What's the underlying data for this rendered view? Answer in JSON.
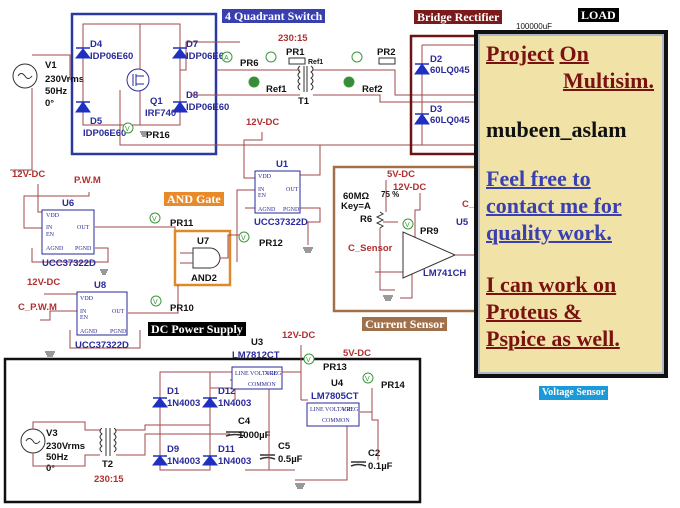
{
  "sections": {
    "quadrant_switch": {
      "label": "4 Quadrant Switch",
      "color": "#3a3fb0"
    },
    "bridge_rectifier": {
      "label": "Bridge Rectifier",
      "color": "#7a1a1a"
    },
    "load": {
      "label": "LOAD",
      "color": "#000000",
      "cap_value": "100000uF"
    },
    "and_gate": {
      "label": "AND Gate",
      "color": "#e88a2a"
    },
    "dc_power_supply": {
      "label": "DC Power Supply",
      "color": "#000000"
    },
    "current_sensor": {
      "label": "Current Sensor",
      "color": "#a0704a"
    },
    "voltage_sensor": {
      "label": "Voltage Sensor",
      "color": "#1a9ad8"
    }
  },
  "components": {
    "v1": {
      "name": "V1",
      "voltage": "230Vrms",
      "freq": "50Hz",
      "phase": "0°"
    },
    "v3": {
      "name": "V3",
      "voltage": "230Vrms",
      "freq": "50Hz",
      "phase": "0°"
    },
    "d4": {
      "name": "D4",
      "part": "IDP06E60"
    },
    "d5": {
      "name": "D5",
      "part": "IDP06E60"
    },
    "d7": {
      "name": "D7",
      "part": "IDP06E60"
    },
    "d8": {
      "name": "D8",
      "part": "IDP06E60"
    },
    "q1": {
      "name": "Q1",
      "part": "IRF740"
    },
    "d2": {
      "name": "D2",
      "part": "60LQ045"
    },
    "d3": {
      "name": "D3",
      "part": "60LQ045"
    },
    "t1": {
      "name": "T1",
      "ratio": "230:15"
    },
    "t2": {
      "name": "T2",
      "ratio": "230:15"
    },
    "u1": {
      "name": "U1",
      "part": "UCC37322D"
    },
    "u6": {
      "name": "U6",
      "part": "UCC37322D"
    },
    "u8": {
      "name": "U8",
      "part": "UCC37322D"
    },
    "u7": {
      "name": "U7",
      "part": "AND2"
    },
    "u5": {
      "name": "U5",
      "part": "LM741CH"
    },
    "u3": {
      "name": "U3",
      "part": "LM7812CT"
    },
    "u4": {
      "name": "U4",
      "part": "LM7805CT"
    },
    "r6": {
      "name": "R6",
      "value": "60MΩ",
      "percent": "75 %",
      "key": "Key=A"
    },
    "d1": {
      "name": "D1",
      "part": "1N4003"
    },
    "d12": {
      "name": "D12",
      "part": "1N4003"
    },
    "d9": {
      "name": "D9",
      "part": "1N4003"
    },
    "d11": {
      "name": "D11",
      "part": "1N4003"
    },
    "c4": {
      "name": "C4",
      "value": "1000µF"
    },
    "c5": {
      "name": "C5",
      "value": "0.5µF"
    },
    "c2": {
      "name": "C2",
      "value": "0.1µF"
    }
  },
  "chip_pins": {
    "vdd": "VDD",
    "in": "IN",
    "en": "EN",
    "agnd": "AGND",
    "pgnd": "PGND",
    "out": "OUT",
    "line_voltage": "LINE VOLTAGE",
    "vreg": "VREG",
    "common": "COMMON"
  },
  "nets": {
    "v12_dc": "12V-DC",
    "v5_dc": "5V-DC",
    "pwm": "P.W.M",
    "c_pwm": "C_P.W.M",
    "c_sensor": "C_Sensor",
    "c_trunc": "C_",
    "ref1": "Ref1",
    "ref2": "Ref2"
  },
  "probes": [
    "PR1",
    "PR2",
    "PR6",
    "PR9",
    "PR10",
    "PR11",
    "PR12",
    "PR13",
    "PR14",
    "PR16"
  ],
  "probe_symbols": {
    "voltage": "V",
    "current": "A"
  },
  "info_box": {
    "line1a": "Project",
    "line1b": "On",
    "line2": "Multisim.",
    "author": "mubeen_aslam",
    "contact": [
      "Feel free to",
      "contact me for",
      "quality work."
    ],
    "skills": [
      "I can work on",
      "Proteus &",
      "Pspice as well."
    ]
  }
}
